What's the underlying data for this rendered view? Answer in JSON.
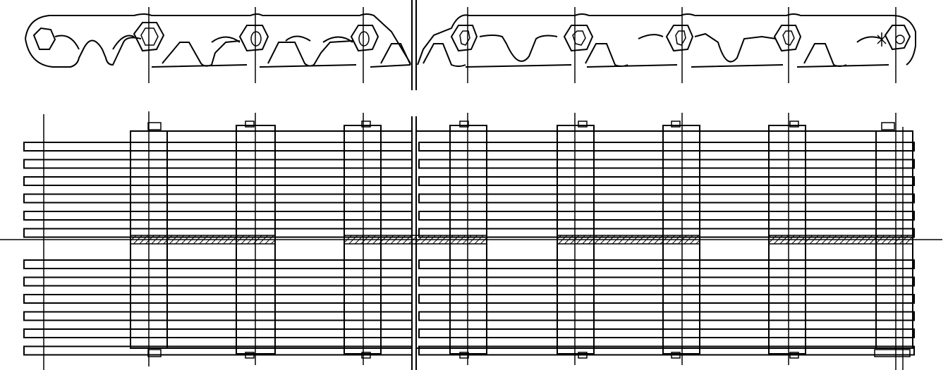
{
  "drawing": {
    "kind": "technical line drawing",
    "views": [
      "side-view",
      "top-view"
    ],
    "link_count": 8,
    "rod_rows_per_half": 6,
    "hatched_row": true,
    "colors": {
      "line": "#000000",
      "background": "#ffffff"
    }
  }
}
